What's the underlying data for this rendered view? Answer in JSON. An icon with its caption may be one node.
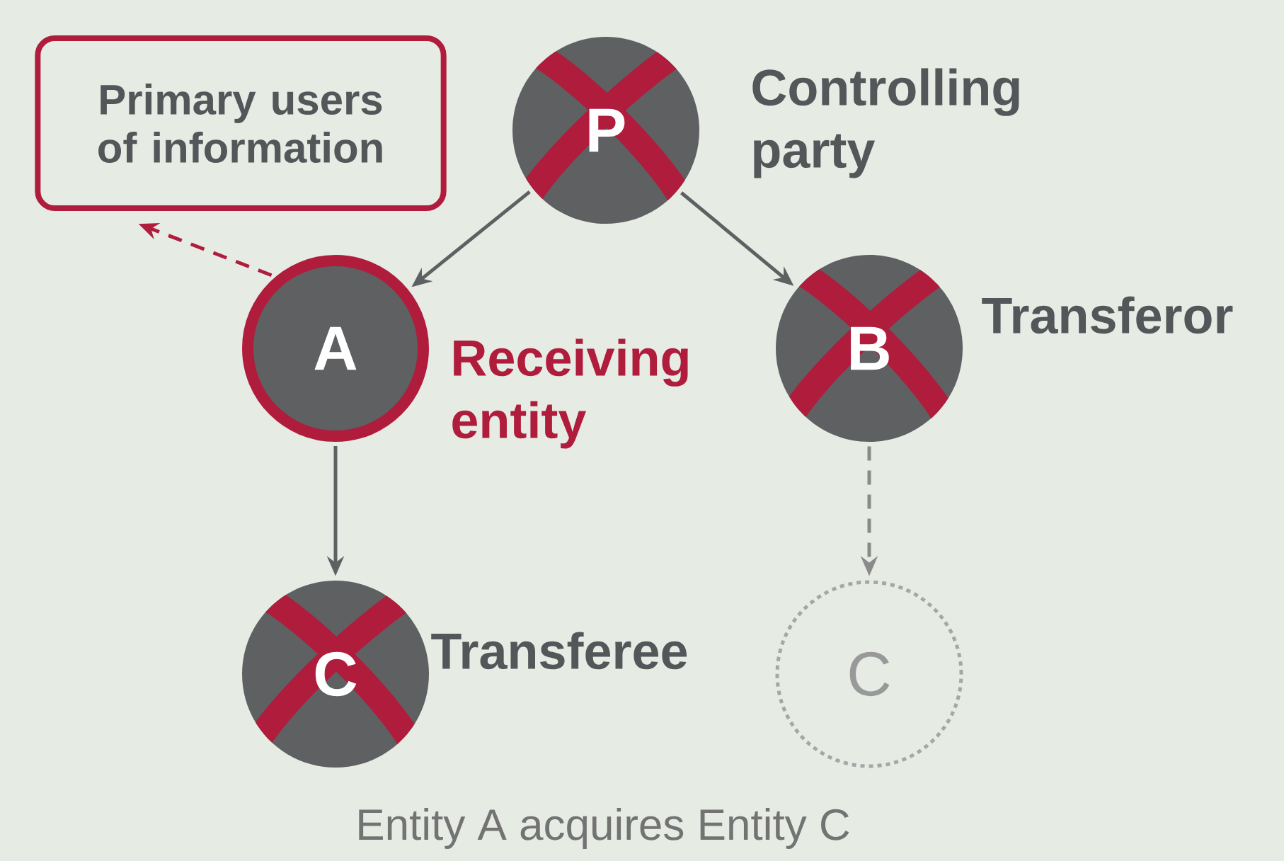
{
  "diagram": {
    "caption": "Entity A acquires Entity C",
    "nodes": [
      {
        "text": [
          "Primary users of information"
        ]
      },
      {
        "text": [
          "P"
        ],
        "beside": [
          "Controlling party"
        ]
      },
      {
        "text": [
          "A"
        ],
        "beside": [
          "Receiving entity"
        ]
      },
      {
        "text": [
          "B"
        ],
        "beside": [
          "Transferor"
        ]
      },
      {
        "text": [
          "C"
        ],
        "beside": [
          "Transferee"
        ]
      },
      {
        "text": [
          "C"
        ]
      }
    ],
    "edges": [
      {
        "from": 1,
        "to": 2,
        "arrow": "to"
      },
      {
        "from": 1,
        "to": 3,
        "arrow": "to"
      },
      {
        "from": 2,
        "to": 0,
        "arrow": "to",
        "style": "dashed",
        "color": "#b01c3c"
      },
      {
        "from": 2,
        "to": 4,
        "arrow": "to"
      },
      {
        "from": 3,
        "to": 5,
        "arrow": "to",
        "style": "dashed",
        "color": "#8a8a8a"
      }
    ]
  }
}
